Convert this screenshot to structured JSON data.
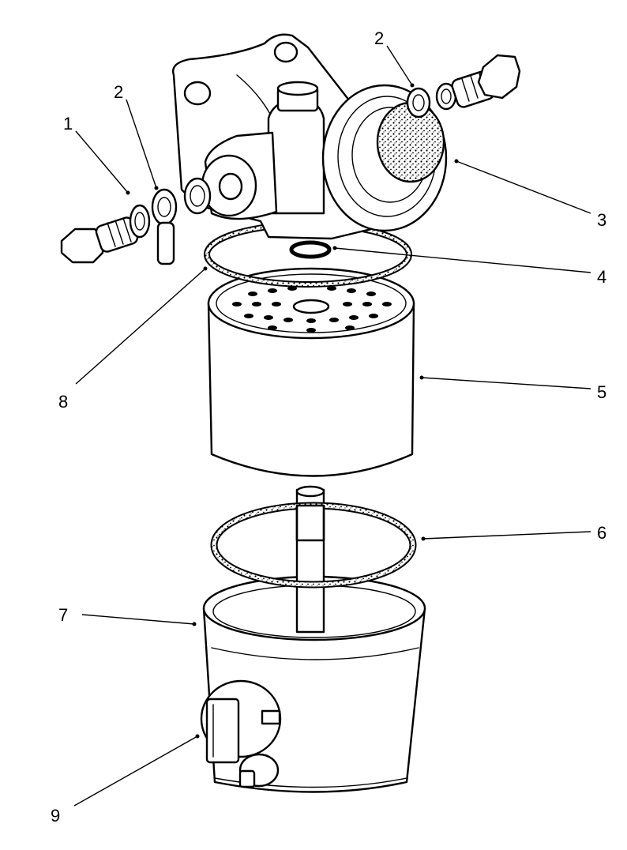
{
  "callouts": [
    {
      "id": "1",
      "label": "1"
    },
    {
      "id": "2a",
      "label": "2"
    },
    {
      "id": "2b",
      "label": "2"
    },
    {
      "id": "3",
      "label": "3"
    },
    {
      "id": "4",
      "label": "4"
    },
    {
      "id": "5",
      "label": "5"
    },
    {
      "id": "6",
      "label": "6"
    },
    {
      "id": "7",
      "label": "7"
    },
    {
      "id": "8",
      "label": "8"
    },
    {
      "id": "9",
      "label": "9"
    }
  ]
}
